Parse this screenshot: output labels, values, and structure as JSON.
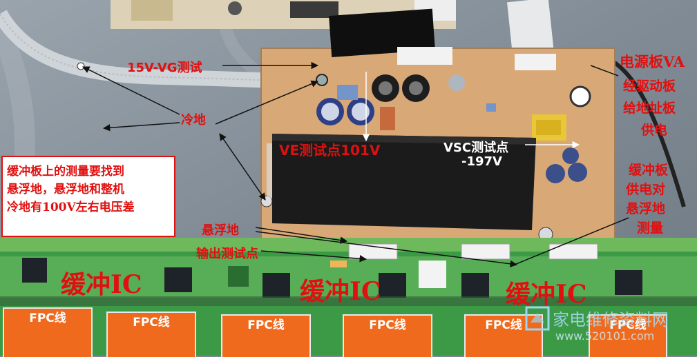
{
  "labels": {
    "vg_test": "15V-VG测试",
    "cold_ground": "冷地",
    "power_line1": "电源板VA",
    "power_line2": "经驱动板",
    "power_line3": "给地址板",
    "power_line4": "供电",
    "ve_test": "VE测试点101V",
    "vsc_test_line1": "VSC测试点",
    "vsc_test_line2": "-197V",
    "buffer_supply_line1": "缓冲板",
    "buffer_supply_line2": "供电对",
    "buffer_supply_line3": "悬浮地",
    "buffer_supply_line4": "测量",
    "floating_ground": "悬浮地",
    "output_test": "输出测试点",
    "buffer_ic_1": "缓冲IC",
    "buffer_ic_2": "缓冲IC",
    "buffer_ic_3": "缓冲IC",
    "fpc_1": "FPC线",
    "fpc_2": "FPC线",
    "fpc_3": "FPC线",
    "fpc_4": "FPC线",
    "fpc_5": "FPC线",
    "fpc_6": "FPC线"
  },
  "note": {
    "line1": "缓冲板上的测量要找到",
    "line2": "悬浮地，悬浮地和整机",
    "line3": "冷地有100V左右电压差"
  },
  "watermark": {
    "text": "家电维修资料网",
    "url": "www.520101.com"
  },
  "colors": {
    "annotation_red": "#e01010",
    "chassis": "#7d8791",
    "y_board": "#d9a877",
    "buffer_board": "#3c9a46",
    "fpc": "#f06a1e",
    "heatsink": "#1b1b1b"
  }
}
